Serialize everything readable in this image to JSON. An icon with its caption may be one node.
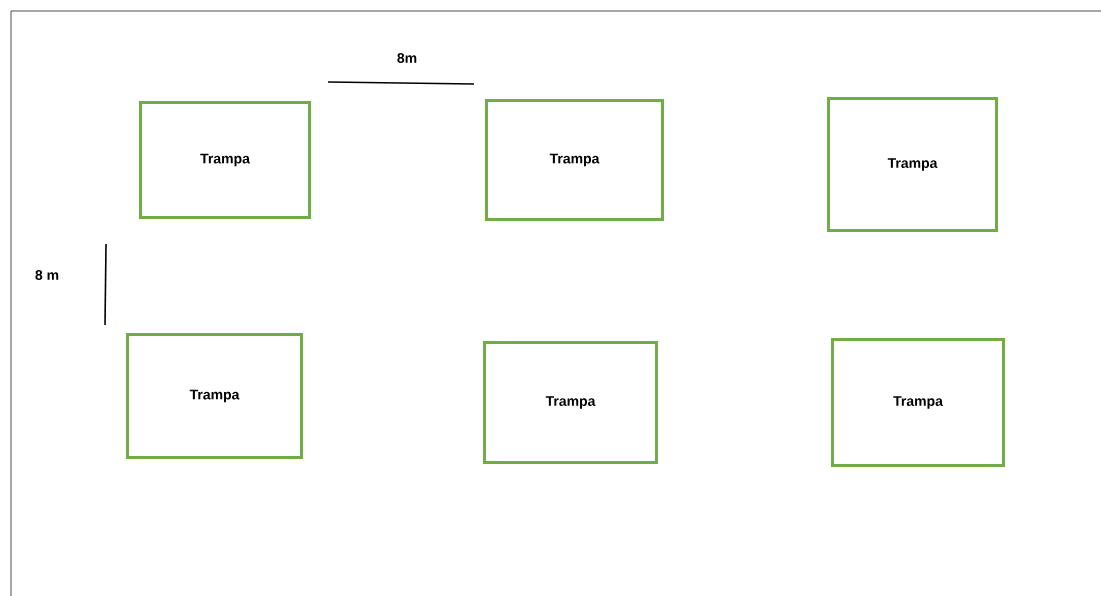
{
  "diagram": {
    "nodes": [
      {
        "text": [
          "Trampa"
        ]
      },
      {
        "text": [
          "Trampa"
        ]
      },
      {
        "text": [
          "Trampa"
        ]
      },
      {
        "text": [
          "Trampa"
        ]
      },
      {
        "text": [
          "Trampa"
        ]
      },
      {
        "text": [
          "Trampa"
        ]
      }
    ],
    "labels": [
      "8m",
      "8 m"
    ]
  }
}
